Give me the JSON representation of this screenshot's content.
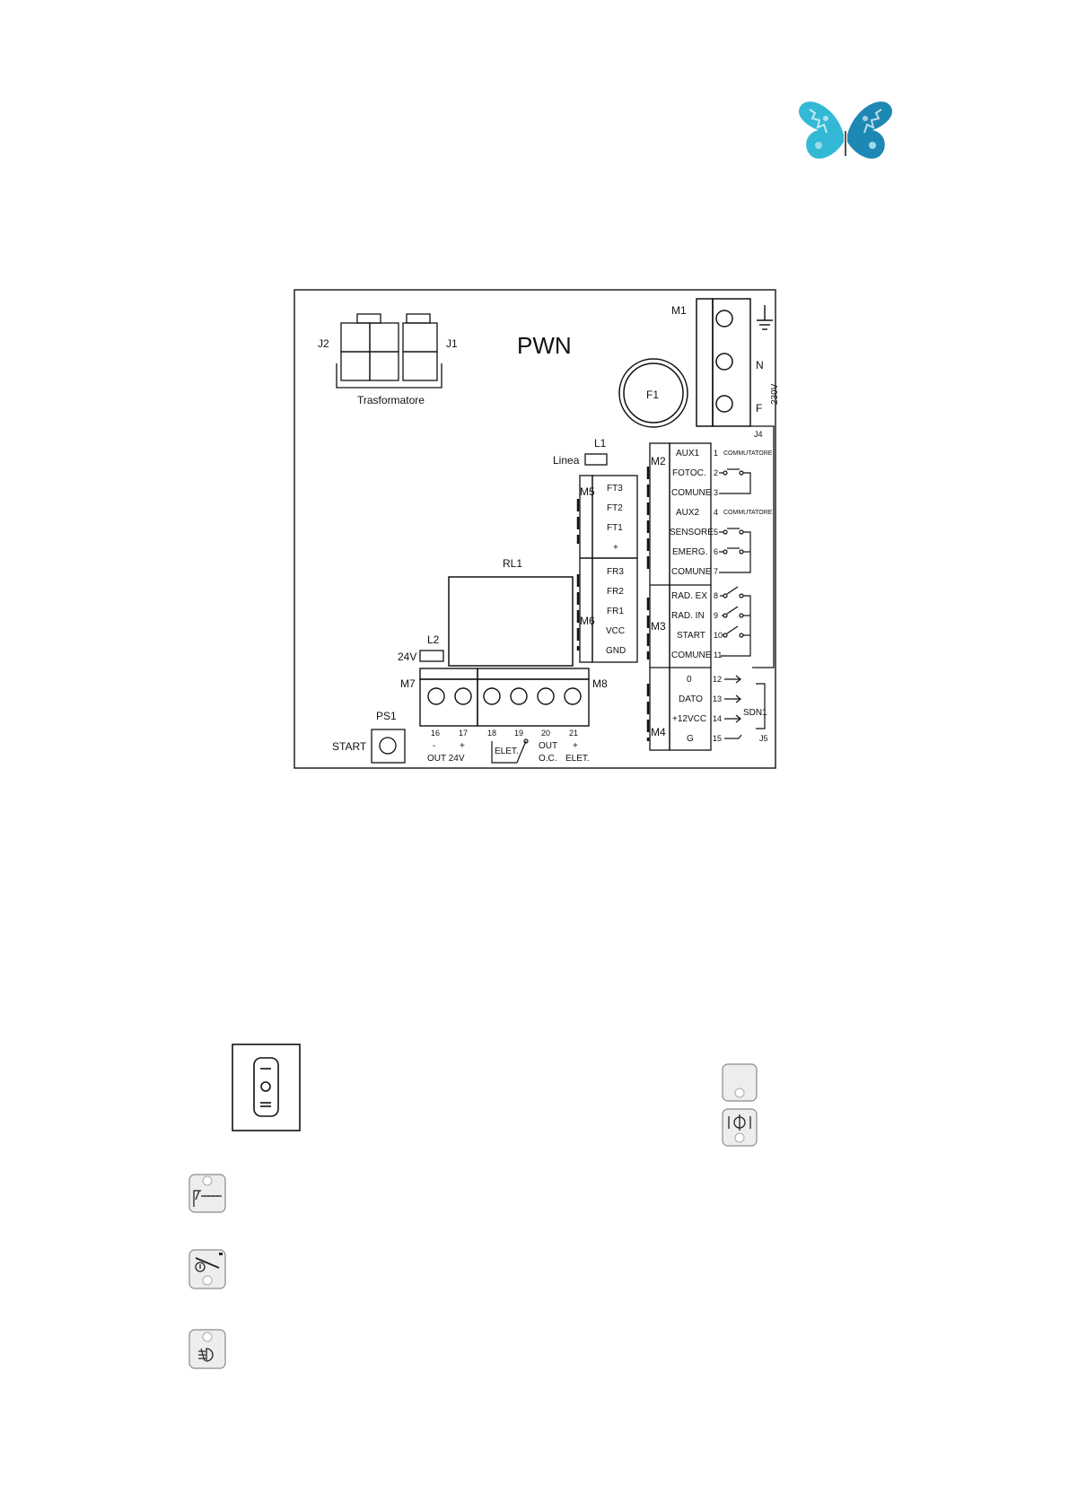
{
  "logo": {
    "name": "butterfly-logo",
    "colors": [
      "#33b9d6",
      "#1e88b4",
      "#9adcea"
    ]
  },
  "board": {
    "title": "PWN",
    "transformer": {
      "j2": "J2",
      "j1": "J1",
      "label": "Trasformatore"
    },
    "m1": {
      "label": "M1",
      "pins": [
        "ground",
        "N",
        "F"
      ],
      "voltage": "230V",
      "jumper": "J4"
    },
    "fuse": "F1",
    "l1": {
      "label": "L1",
      "caption": "Linea"
    },
    "m5": {
      "label": "M5",
      "pins": [
        "FT3",
        "FT2",
        "FT1",
        "+"
      ]
    },
    "m6": {
      "label": "M6",
      "pins": [
        "FR3",
        "FR2",
        "FR1",
        "VCC",
        "GND"
      ]
    },
    "relay": "RL1",
    "l2": {
      "label": "L2",
      "caption": "24V"
    },
    "m7": "M7",
    "m8": "M8",
    "ps1": {
      "label": "PS1",
      "caption": "START"
    },
    "bottom_terminals": {
      "numbers": [
        "16",
        "17",
        "18",
        "19",
        "20",
        "21"
      ],
      "signs": [
        "-",
        "+"
      ],
      "out24": "OUT 24V",
      "elet_switch": "ELET.",
      "out_oc": [
        "OUT",
        "O.C."
      ],
      "elet_plus": [
        "+",
        "ELET."
      ]
    },
    "m2": {
      "label": "M2",
      "pins": [
        "AUX1",
        "FOTOC.",
        "COMUNE",
        "AUX2",
        "SENSORE",
        "EMERG.",
        "COMUNE"
      ],
      "numbers": [
        "1",
        "2",
        "3",
        "4",
        "5",
        "6",
        "7"
      ],
      "notes": [
        "COMMUTATORE",
        "COMMUTATORE"
      ]
    },
    "m3": {
      "label": "M3",
      "pins": [
        "RAD. EX",
        "RAD. IN",
        "START",
        "COMUNE"
      ],
      "numbers": [
        "8",
        "9",
        "10",
        "11"
      ]
    },
    "m4": {
      "label": "M4",
      "pins": [
        "0",
        "DATO",
        "+12VCC",
        "G"
      ],
      "numbers": [
        "12",
        "13",
        "14",
        "15"
      ],
      "sdn": "SDN1",
      "jumper": "J5"
    }
  },
  "icons": [
    "power-rocker-switch-icon",
    "blank-button-icon",
    "rotation-button-icon",
    "door-button-icon",
    "obstacle-button-icon",
    "lamp-button-icon"
  ]
}
